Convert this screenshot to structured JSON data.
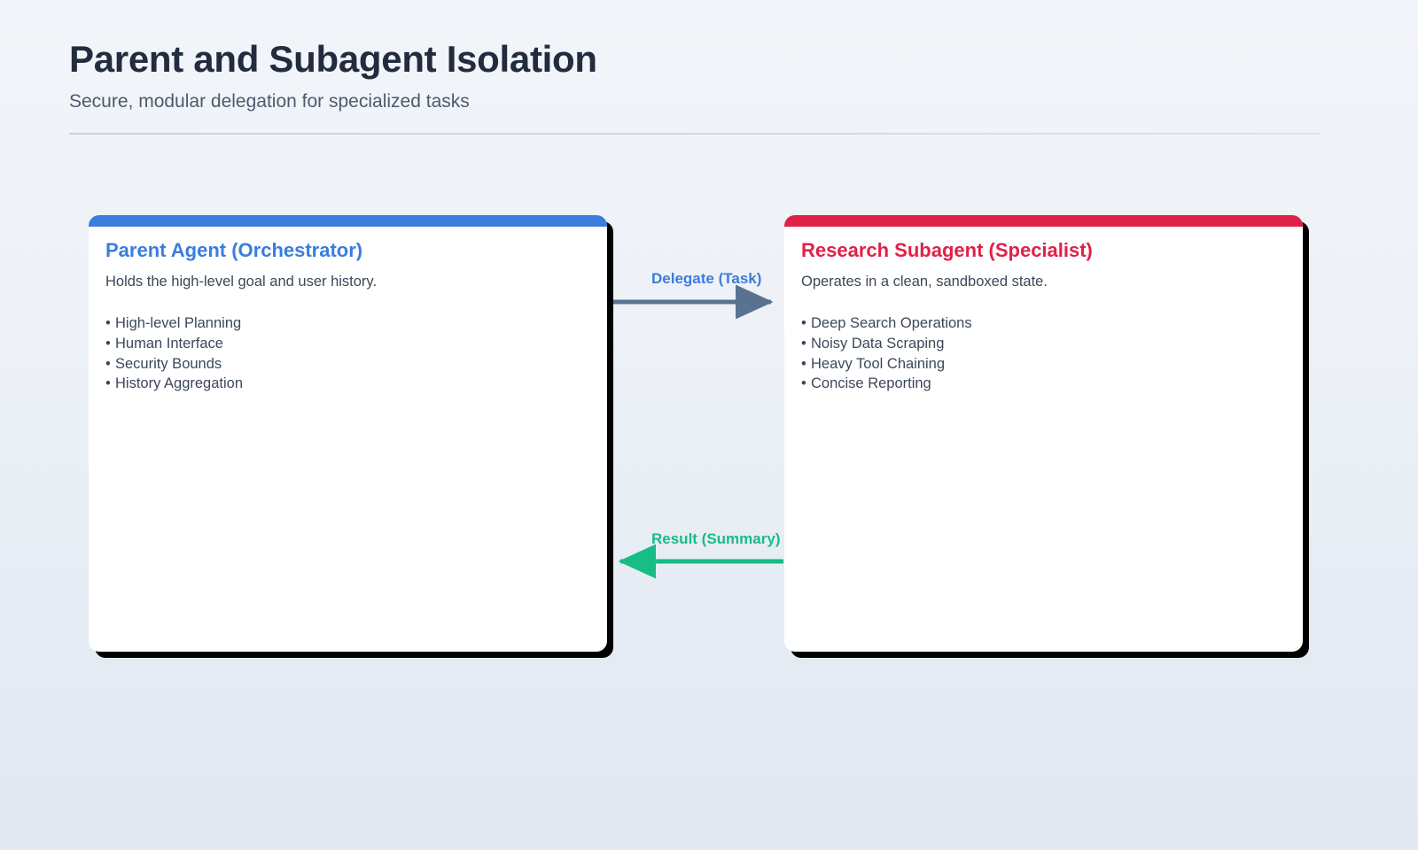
{
  "header": {
    "title": "Parent and Subagent Isolation",
    "subtitle": "Secure, modular delegation for specialized tasks"
  },
  "colors": {
    "parent_accent": "#3b7ddd",
    "subagent_accent": "#e02147",
    "delegate_arrow": "#5a7290",
    "delegate_label": "#3b7ddd",
    "result_arrow": "#18bc85",
    "result_label": "#18bc85",
    "title_text": "#232b3e",
    "body_text": "#3c4858",
    "card_background": "#ffffff",
    "page_background": "#eef2f7"
  },
  "cards": [
    {
      "id": "parent",
      "title": "Parent Agent (Orchestrator)",
      "description": "Holds the high-level goal and user history.",
      "bullet": "•",
      "items": [
        "High-level Planning",
        "Human Interface",
        "Security Bounds",
        "History Aggregation"
      ]
    },
    {
      "id": "subagent",
      "title": "Research Subagent (Specialist)",
      "description": "Operates in a clean, sandboxed state.",
      "bullet": "•",
      "items": [
        "Deep Search Operations",
        "Noisy Data Scraping",
        "Heavy Tool Chaining",
        "Concise Reporting"
      ]
    }
  ],
  "connectors": [
    {
      "id": "delegate",
      "label": "Delegate (Task)",
      "direction": "left-to-right"
    },
    {
      "id": "result",
      "label": "Result (Summary)",
      "direction": "right-to-left"
    }
  ]
}
